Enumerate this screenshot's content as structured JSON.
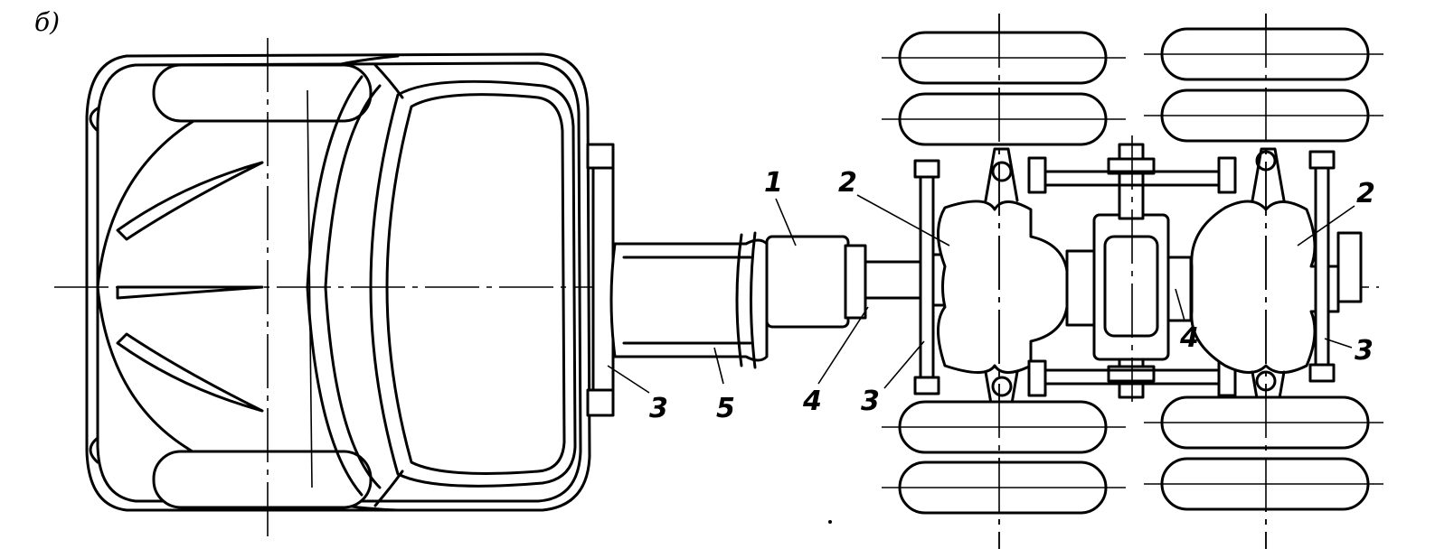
{
  "figure_label": "б)",
  "callouts": [
    {
      "id": "callout-1-transfer-case",
      "text": "1"
    },
    {
      "id": "callout-2-middle-axle",
      "text": "2"
    },
    {
      "id": "callout-2-rear-axle",
      "text": "2"
    },
    {
      "id": "callout-3-cab-mount",
      "text": "3"
    },
    {
      "id": "callout-3-middle-axle",
      "text": "3"
    },
    {
      "id": "callout-3-rear-axle",
      "text": "3"
    },
    {
      "id": "callout-4-front-shaft",
      "text": "4"
    },
    {
      "id": "callout-4-interaxle-shaft",
      "text": "4"
    },
    {
      "id": "callout-5-gearbox",
      "text": "5"
    }
  ]
}
